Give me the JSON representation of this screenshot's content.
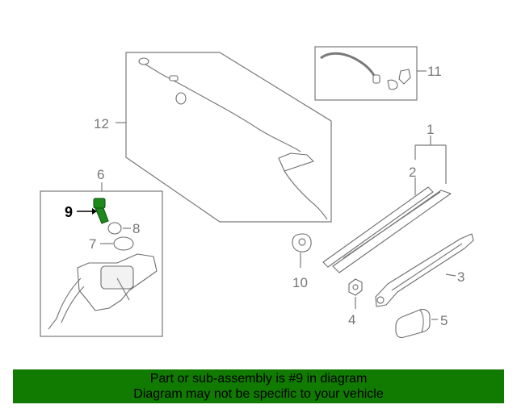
{
  "callouts": {
    "c1": "1",
    "c2": "2",
    "c3": "3",
    "c4": "4",
    "c5": "5",
    "c6": "6",
    "c7": "7",
    "c8": "8",
    "c9": "9",
    "c10": "10",
    "c11": "11",
    "c12": "12"
  },
  "highlight_part": "9",
  "colors": {
    "banner_bg": "#117a00",
    "highlight": "#1e8a1e",
    "linework": "#7a7a7a"
  },
  "banner": {
    "line1": "Part or sub-assembly is #9 in diagram",
    "line2": "Diagram may not be specific to your vehicle"
  }
}
